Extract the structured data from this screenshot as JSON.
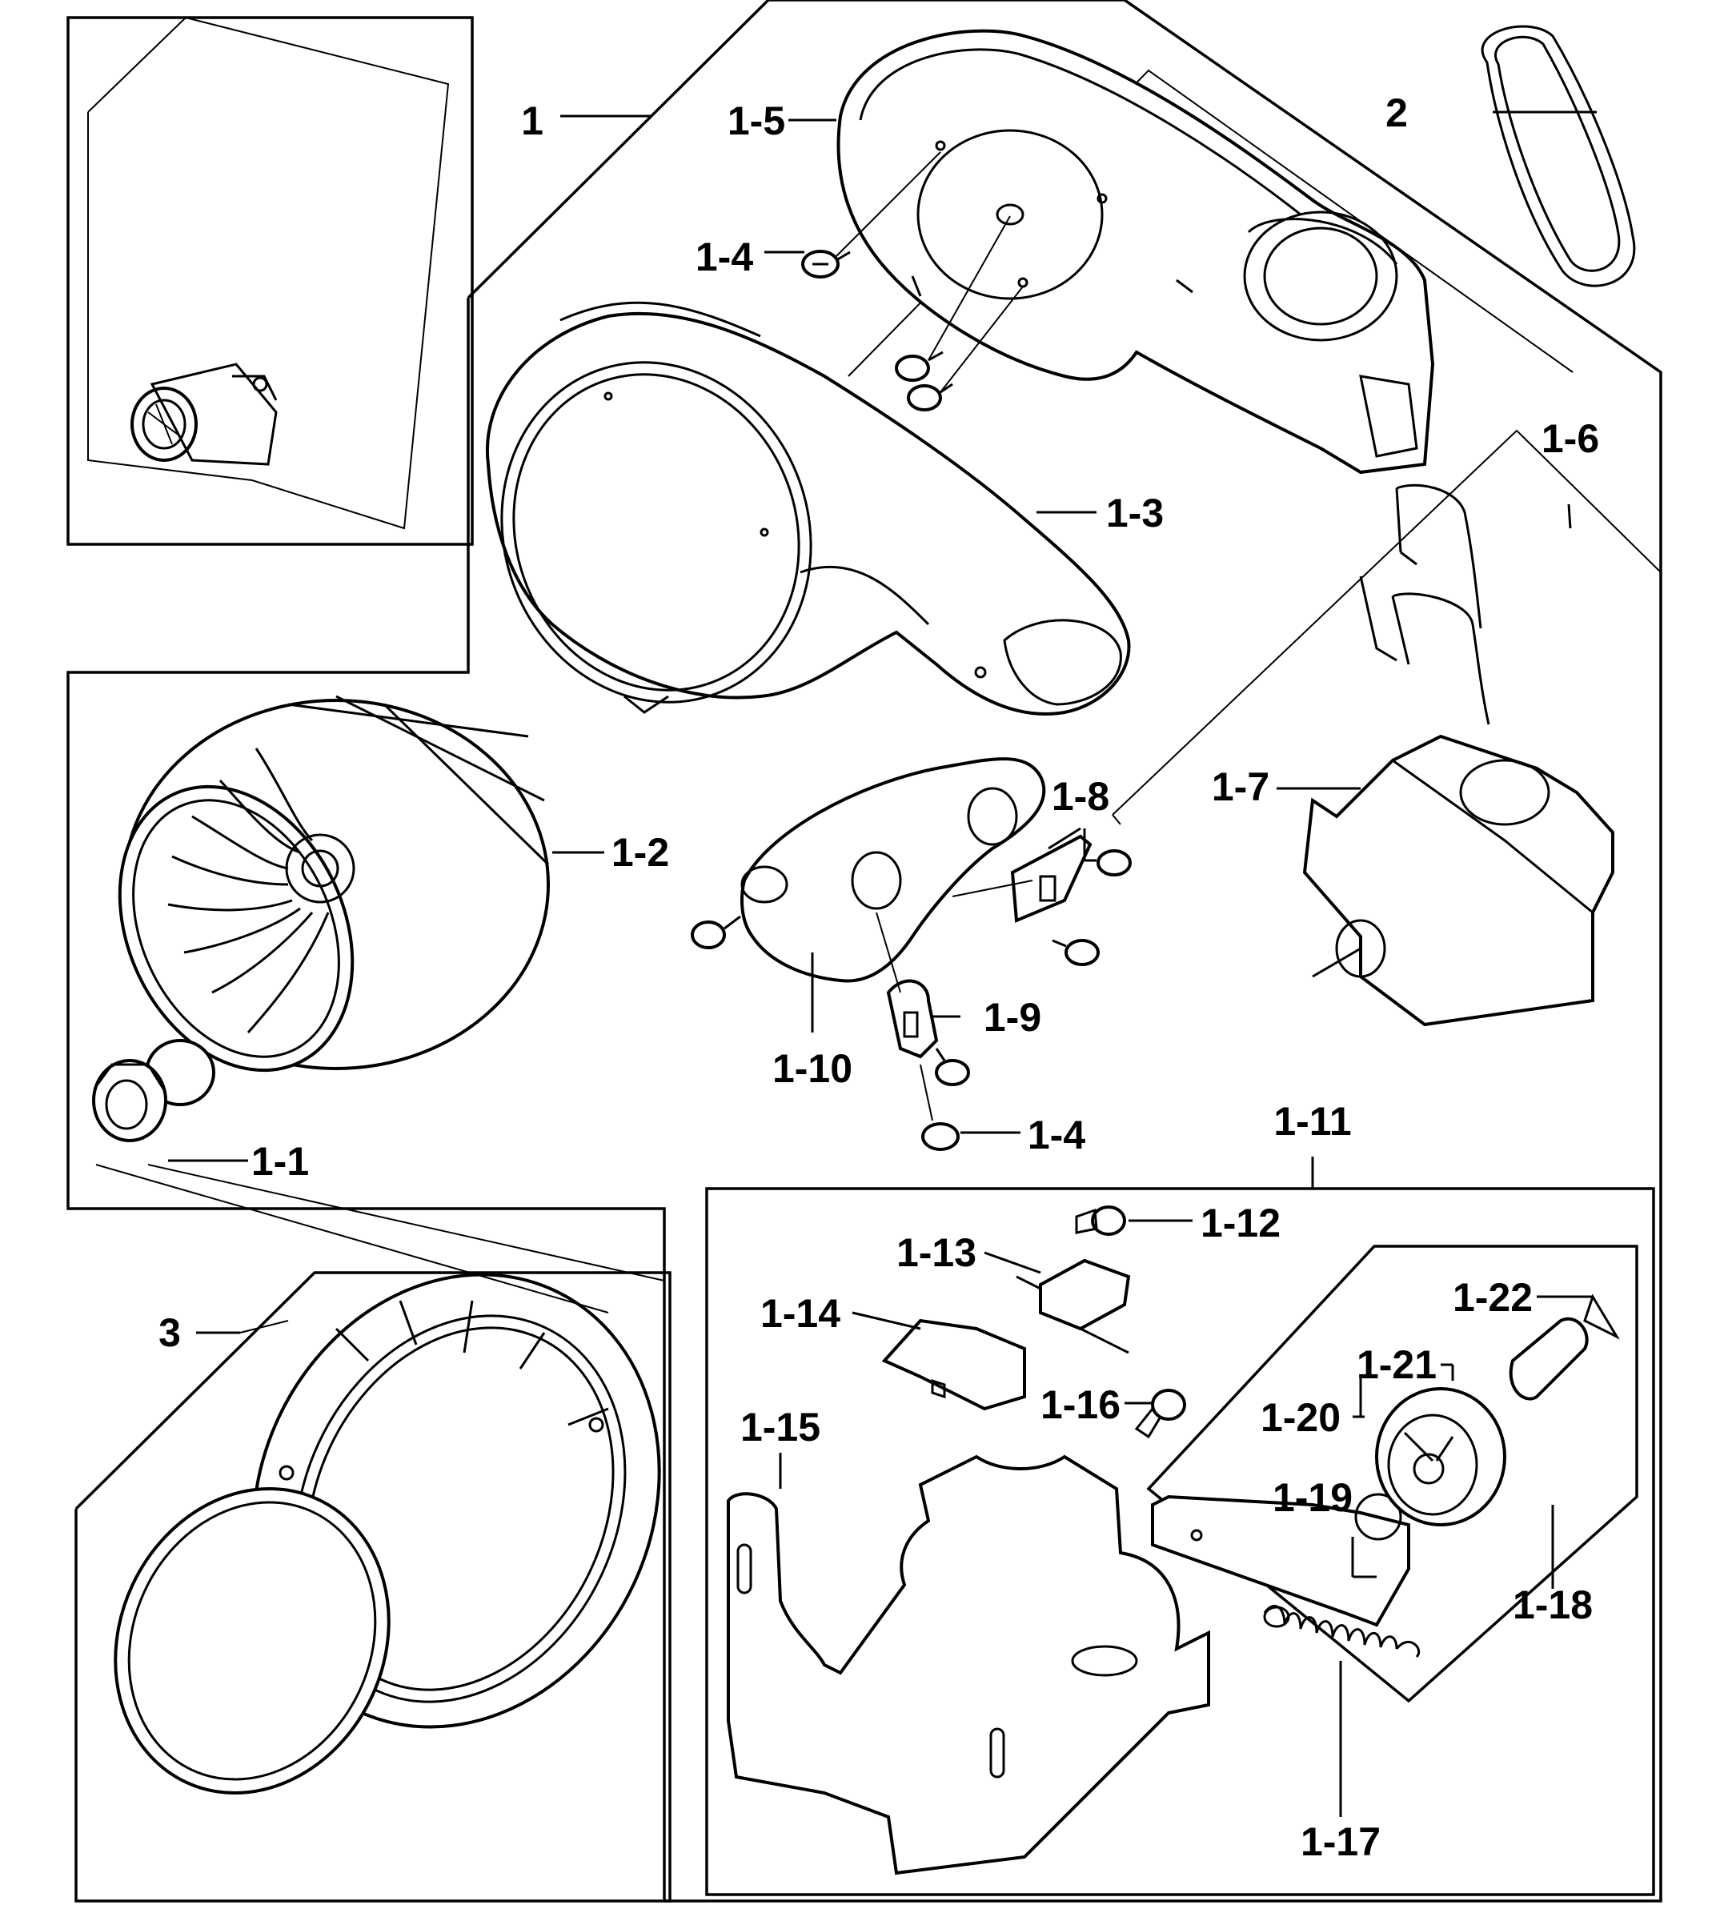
{
  "diagram": {
    "callouts": {
      "c_1": "1",
      "c_1_1": "1-1",
      "c_1_2": "1-2",
      "c_1_3": "1-3",
      "c_1_4a": "1-4",
      "c_1_4b": "1-4",
      "c_1_5": "1-5",
      "c_1_6": "1-6",
      "c_1_7": "1-7",
      "c_1_8": "1-8",
      "c_1_9": "1-9",
      "c_1_10": "1-10",
      "c_1_11": "1-11",
      "c_1_12": "1-12",
      "c_1_13": "1-13",
      "c_1_14": "1-14",
      "c_1_15": "1-15",
      "c_1_16": "1-16",
      "c_1_17": "1-17",
      "c_1_18": "1-18",
      "c_1_19": "1-19",
      "c_1_20": "1-20",
      "c_1_21": "1-21",
      "c_1_22": "1-22",
      "c_2": "2",
      "c_3": "3"
    }
  }
}
